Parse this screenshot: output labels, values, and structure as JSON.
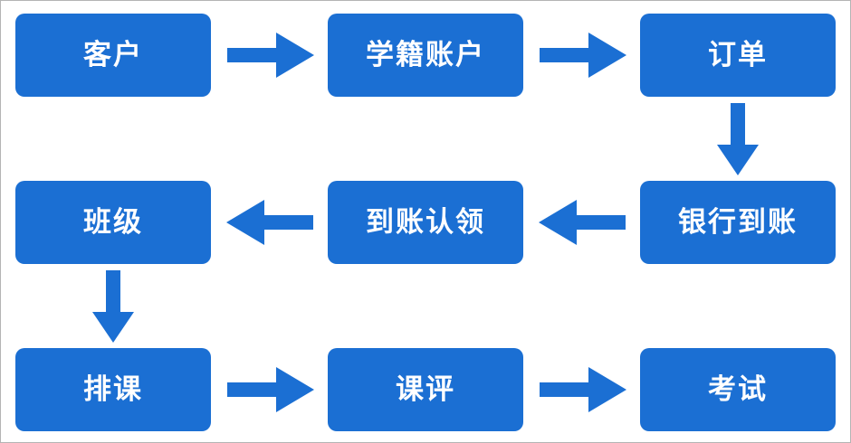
{
  "diagram": {
    "title_text": "",
    "background_color": "#ffffff",
    "border_color": "#b4b4b4",
    "node_fill_color": "#1b6fd3",
    "node_text_color": "#ffffff",
    "arrow_color": "#1b6fd3",
    "nodes": [
      {
        "id": "customer",
        "label": "客户",
        "row": 1,
        "col": 1
      },
      {
        "id": "student-account",
        "label": "学籍账户",
        "row": 1,
        "col": 2
      },
      {
        "id": "order",
        "label": "订单",
        "row": 1,
        "col": 3
      },
      {
        "id": "class",
        "label": "班级",
        "row": 2,
        "col": 1
      },
      {
        "id": "payment-claim",
        "label": "到账认领",
        "row": 2,
        "col": 2
      },
      {
        "id": "bank-received",
        "label": "银行到账",
        "row": 2,
        "col": 3
      },
      {
        "id": "scheduling",
        "label": "排课",
        "row": 3,
        "col": 1
      },
      {
        "id": "course-review",
        "label": "课评",
        "row": 3,
        "col": 2
      },
      {
        "id": "exam",
        "label": "考试",
        "row": 3,
        "col": 3
      }
    ],
    "edges": [
      {
        "id": "customer-to-student-account",
        "from": "客户",
        "to": "学籍账户",
        "direction": "right"
      },
      {
        "id": "student-account-to-order",
        "from": "学籍账户",
        "to": "订单",
        "direction": "right"
      },
      {
        "id": "order-to-bank-received",
        "from": "订单",
        "to": "银行到账",
        "direction": "down"
      },
      {
        "id": "bank-received-to-claim",
        "from": "银行到账",
        "to": "到账认领",
        "direction": "left"
      },
      {
        "id": "claim-to-class",
        "from": "到账认领",
        "to": "班级",
        "direction": "left"
      },
      {
        "id": "class-to-scheduling",
        "from": "班级",
        "to": "排课",
        "direction": "down"
      },
      {
        "id": "scheduling-to-course-review",
        "from": "排课",
        "to": "课评",
        "direction": "right"
      },
      {
        "id": "course-review-to-exam",
        "from": "课评",
        "to": "考试",
        "direction": "right"
      }
    ]
  }
}
